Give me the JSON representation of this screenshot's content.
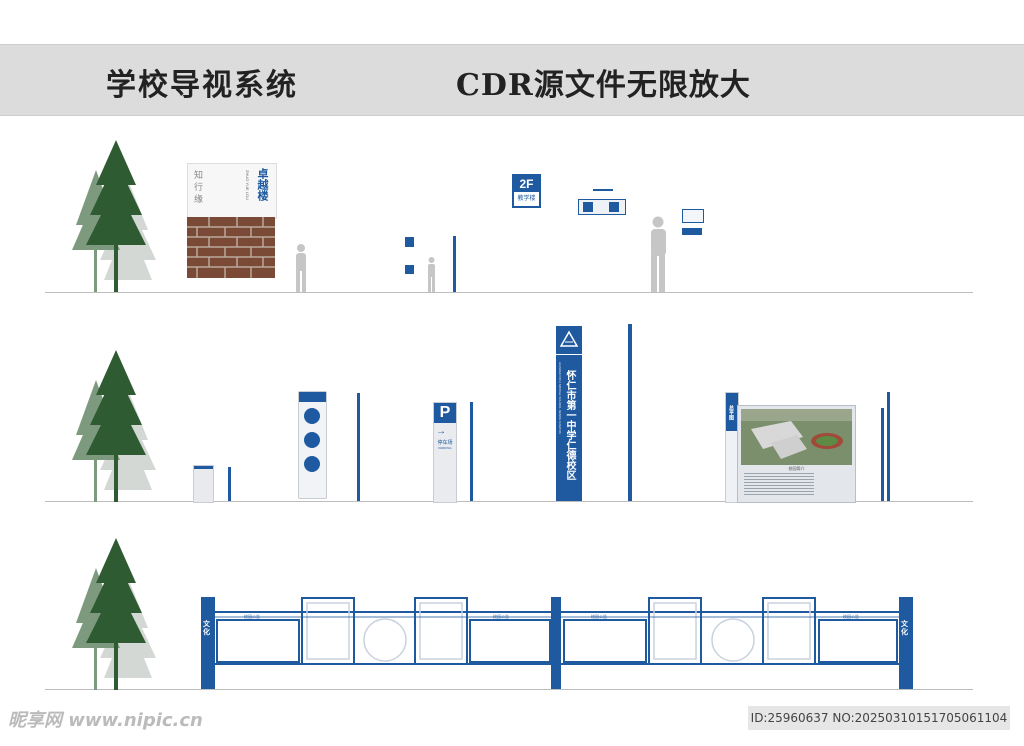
{
  "header": {
    "title_left": "学校导视系统",
    "title_right": "CDR源文件无限放大"
  },
  "row1": {
    "building_sign_title": "卓越楼",
    "building_sign_en": "ZHUO YUE LOU",
    "floor_sign": "2F",
    "floor_sign_sub": "教学楼"
  },
  "row2": {
    "parking_letter": "P",
    "parking_label": "停车场",
    "parking_en": "PARKING",
    "campus_name": "怀仁市第一中学仁德校区",
    "campus_en": "HUAIREN NO.1 MIDDLE SCHOOL RENDE CAMPUS",
    "board_title": "总平图",
    "board_caption": "校园简介"
  },
  "row3": {
    "post_label": "文化",
    "post_label_right": "文化",
    "panel_label": "校园公告"
  },
  "footer": {
    "watermark": "昵享网 www.nipic.cn",
    "id_text": "ID:25960637 NO:20250310151705061104"
  },
  "colors": {
    "accent": "#1f5aa0",
    "tree_dark": "#2f5b33",
    "tree_mid": "#6c8a6c",
    "tree_light": "#c9cfc9",
    "silhouette": "#c6c6c6"
  }
}
